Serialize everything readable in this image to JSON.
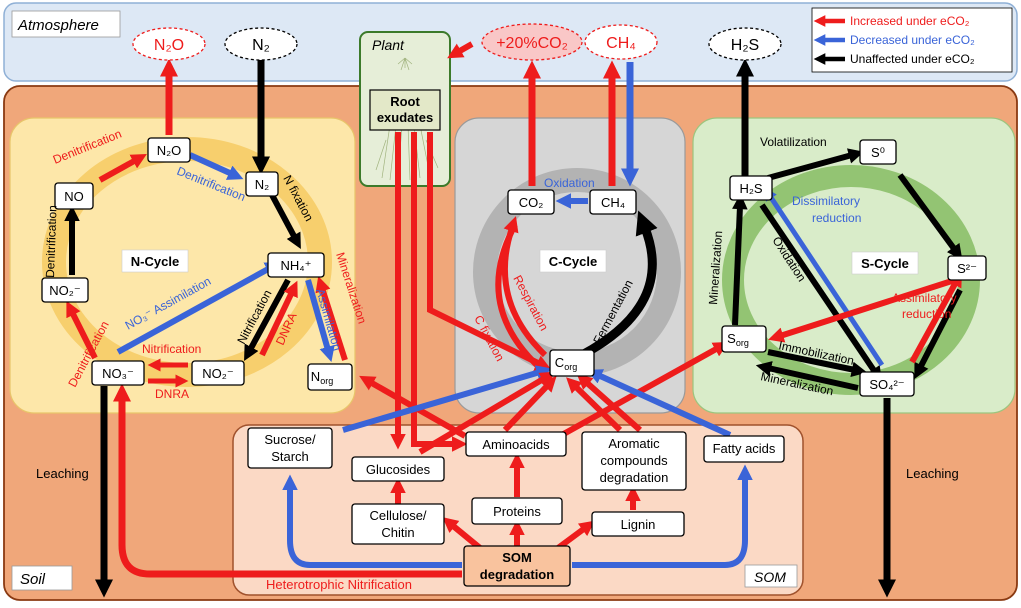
{
  "zones": {
    "atmosphere": "Atmosphere",
    "soil": "Soil",
    "som": "SOM",
    "plant": "Plant"
  },
  "legend": {
    "increased": "Increased under eCO₂",
    "decreased": "Decreased under eCO₂",
    "unaffected": "Unaffected under eCO₂"
  },
  "atmosphere_gases": {
    "n2o": "N₂O",
    "n2": "N₂",
    "co2": "+20%CO₂",
    "ch4": "CH₄",
    "h2s": "H₂S"
  },
  "plant": {
    "root_exudates_line1": "Root",
    "root_exudates_line2": "exudates"
  },
  "n_cycle": {
    "title": "N-Cycle",
    "nodes": {
      "n2o": "N₂O",
      "n2": "N₂",
      "no": "NO",
      "nh4": "NH₄⁺",
      "no2_left": "NO₂⁻",
      "no3": "NO₃⁻",
      "no2_bottom": "NO₂⁻",
      "norg": "N",
      "norg_sub": "org"
    },
    "labels": {
      "denitrification_top": "Denitrification",
      "denitrification_blue": "Denitrification",
      "n_fixation": "N fixation",
      "denitrification_left": "Denitrification",
      "denitrification_lower": "Denitrification",
      "no3_assimilation": "NO₃⁻ Assimilation",
      "nitrification_red": "Nitrification",
      "dnra_bottom": "DNRA",
      "nitrification_black": "Nitrification",
      "dnra_right": "DNRA",
      "assimilation": "Assimilation",
      "mineralization": "Mineralization"
    }
  },
  "c_cycle": {
    "title": "C-Cycle",
    "nodes": {
      "co2": "CO₂",
      "ch4": "CH₄",
      "corg": "C",
      "corg_sub": "org"
    },
    "labels": {
      "oxidation": "Oxidation",
      "respiration": "Respiration",
      "c_fixation": "C fixation",
      "fermentation": "Fermentation"
    }
  },
  "s_cycle": {
    "title": "S-Cycle",
    "nodes": {
      "h2s": "H₂S",
      "s0": "S⁰",
      "s2": "S²⁻",
      "sorg": "S",
      "sorg_sub": "org",
      "so4": "SO₄²⁻"
    },
    "labels": {
      "volatilization": "Volatilization",
      "dissimilatory_line1": "Dissimilatory",
      "dissimilatory_line2": "reduction",
      "mineralization_left": "Mineralization",
      "oxidation": "Oxidation",
      "assimilatory_line1": "Assimilatory",
      "assimilatory_line2": "reduction",
      "immobilization": "Immobilization",
      "mineralization_bottom": "Mineralization"
    }
  },
  "som_nodes": {
    "sucrose_line1": "Sucrose/",
    "sucrose_line2": "Starch",
    "glucosides": "Glucosides",
    "aminoacids": "Aminoacids",
    "aromatic_line1": "Aromatic",
    "aromatic_line2": "compounds",
    "aromatic_line3": "degradation",
    "fatty_acids": "Fatty acids",
    "cellulose_line1": "Cellulose/",
    "cellulose_line2": "Chitin",
    "proteins": "Proteins",
    "lignin": "Lignin",
    "som_deg_line1": "SOM",
    "som_deg_line2": "degradation"
  },
  "soil_labels": {
    "leaching_left": "Leaching",
    "leaching_right": "Leaching",
    "heterotrophic": "Heterotrophic Nitrification"
  },
  "colors": {
    "increased": "#ee1c1c",
    "decreased": "#3a64d8",
    "unaffected": "#000000",
    "atmosphere_bg": "#dde8f5",
    "soil_bg": "#f0a77a",
    "n_cycle_bg": "#fde7a9",
    "c_cycle_bg": "#d6d6d6",
    "s_cycle_bg": "#d9ecc9",
    "som_bg": "#fbd9c5"
  }
}
